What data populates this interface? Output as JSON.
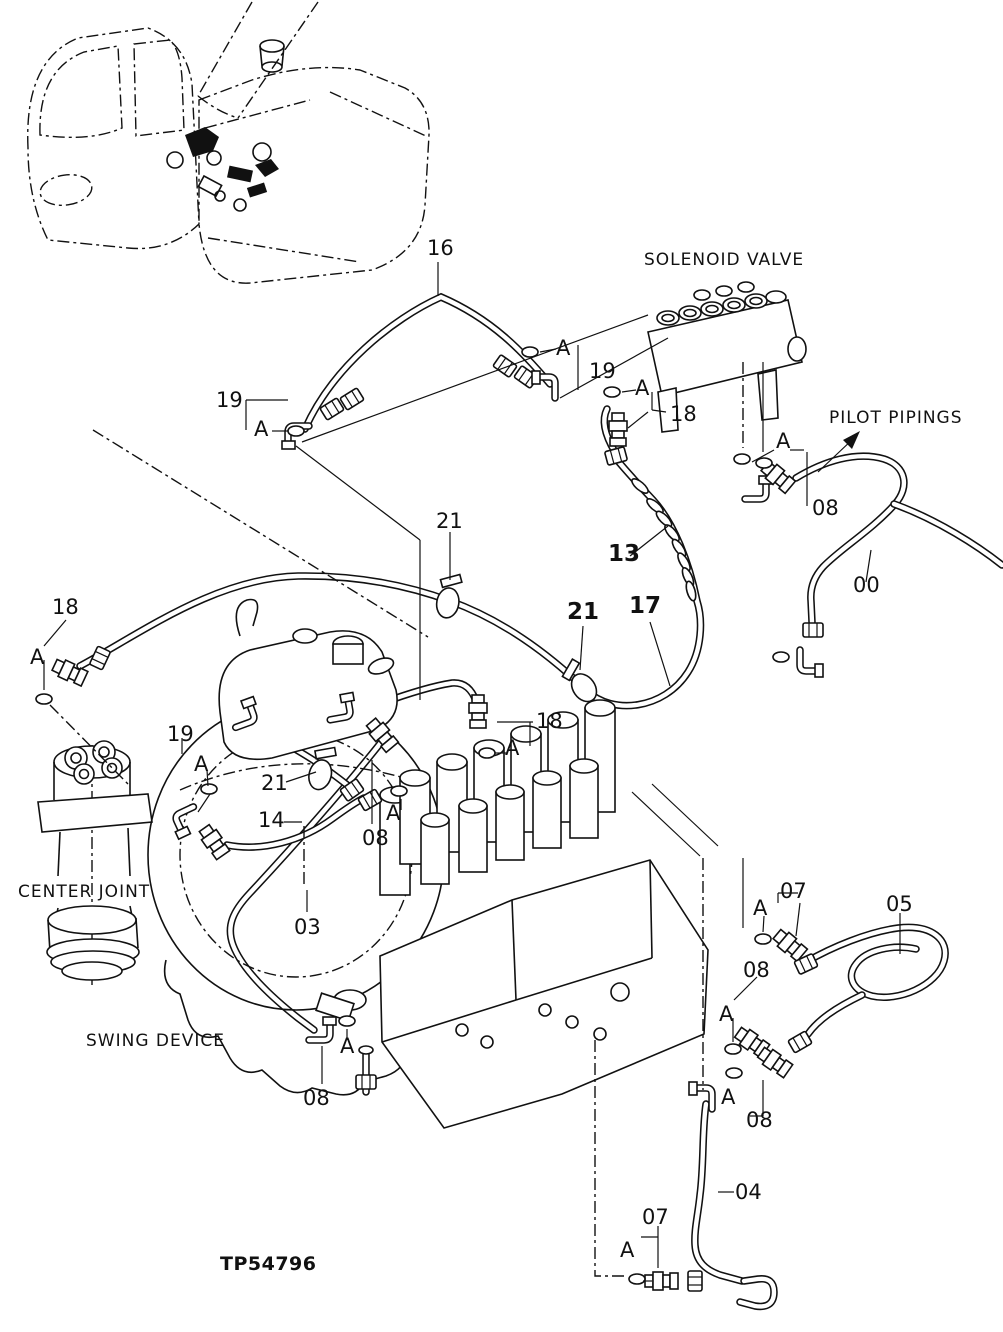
{
  "figure": {
    "drawing_number": "TP54796",
    "ref_letter": "A",
    "titles": {
      "solenoid_valve": "SOLENOID VALVE",
      "pilot_pipings": "PILOT PIPINGS",
      "center_joint": "CENTER JOINT",
      "swing_device": "SWING DEVICE"
    },
    "parts": {
      "n00": "00",
      "n03": "03",
      "n04": "04",
      "n05": "05",
      "n07": "07",
      "n08": "08",
      "n13": "13",
      "n14": "14",
      "n16": "16",
      "n17": "17",
      "n18": "18",
      "n19": "19",
      "n21": "21"
    }
  }
}
